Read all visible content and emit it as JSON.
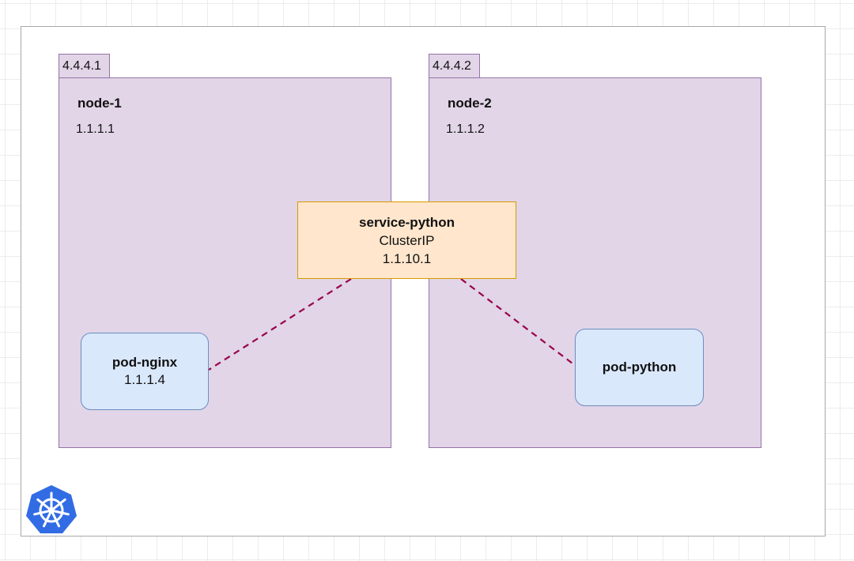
{
  "nodes": [
    {
      "ip_tab": "4.4.4.1",
      "name": "node-1",
      "ip": "1.1.1.1"
    },
    {
      "ip_tab": "4.4.4.2",
      "name": "node-2",
      "ip": "1.1.1.2"
    }
  ],
  "service": {
    "name": "service-python",
    "type": "ClusterIP",
    "ip": "1.1.10.1"
  },
  "pods": [
    {
      "name": "pod-nginx",
      "ip": "1.1.1.4"
    },
    {
      "name": "pod-python"
    }
  ],
  "links": [
    {
      "from": "service-python",
      "to": "pod-nginx"
    },
    {
      "from": "service-python",
      "to": "pod-python"
    }
  ],
  "colors": {
    "node_fill": "#e1d5e7",
    "node_stroke": "#9673a6",
    "service_fill": "#ffe6cc",
    "service_stroke": "#d79b00",
    "pod_fill": "#dae8fc",
    "pod_stroke": "#6c8ebf",
    "link": "#99004d",
    "kubernetes_logo": "#326ce5"
  },
  "logo_icon": "kubernetes-icon"
}
